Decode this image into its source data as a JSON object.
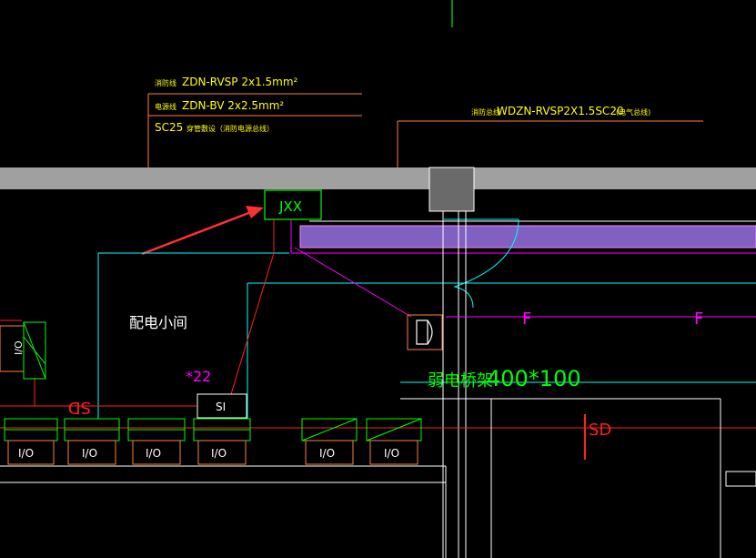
{
  "drawing": {
    "cable_spec_1": "ZDN-RVSP 2x1.5mm²",
    "cable_spec_1_prefix": "消防线",
    "cable_spec_2": "ZDN-BV 2x2.5mm²",
    "cable_spec_2_prefix": "电源线",
    "conduit_spec": "SC25",
    "conduit_note": "穿管敷设（消防电源总线）",
    "right_cable_prefix": "消防总线",
    "right_cable_spec": "WDZN-RVSP2X1.5SC20",
    "right_cable_note": "(电气总线)",
    "junction_box_label": "JXX",
    "room_label": "配电小间",
    "module_count_label": "*22",
    "si_label": "SI",
    "io_label": "I/O",
    "tray_label": "弱电桥架",
    "tray_size": "400*100",
    "sd_label_left": "SD",
    "sd_label_right": "SD",
    "f_label_1": "F",
    "f_label_2": "F",
    "io_modules": [
      "I/O",
      "I/O",
      "I/O",
      "I/O",
      "I/O",
      "I/O"
    ],
    "vertical_io": "I/O"
  },
  "colors": {
    "background": "#000000",
    "beam": "#a0a0a0",
    "leader": "#ff8040",
    "yellow_text": "#ffff00",
    "green": "#00ff00",
    "cyan": "#00ffff",
    "magenta": "#ff00ff",
    "red": "#ff2020",
    "white": "#ffffff",
    "pink_tray": "#c080ff",
    "arrow": "#ff3030"
  }
}
